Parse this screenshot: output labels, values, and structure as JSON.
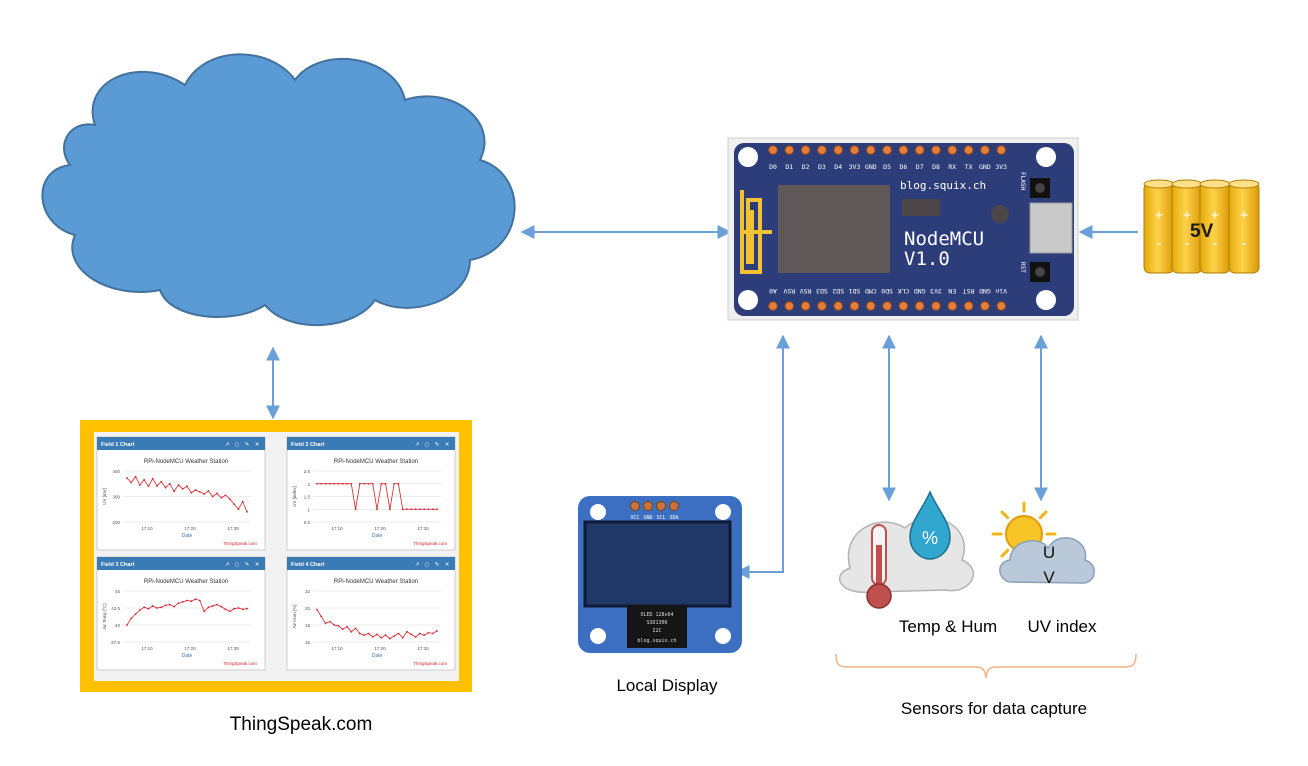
{
  "labels": {
    "thingspeak": "ThingSpeak.com",
    "local_display": "Local Display",
    "temp_hum": "Temp & Hum",
    "uv_index": "UV index",
    "sensors": "Sensors for data capture",
    "battery_voltage": "5V",
    "uv_icon_u": "U",
    "uv_icon_v": "V"
  },
  "nodemcu": {
    "site": "blog.squix.ch",
    "name": "NodeMCU",
    "version": "V1.0",
    "flash": "FLASH",
    "rst": "RST",
    "top_pins": [
      "D0",
      "D1",
      "D2",
      "D3",
      "D4",
      "3V3",
      "GND",
      "D5",
      "D6",
      "D7",
      "D8",
      "RX",
      "TX",
      "GND",
      "3V3"
    ],
    "bottom_pins": [
      "A0",
      "RSV",
      "RSV",
      "SD3",
      "SD2",
      "SD1",
      "CMD",
      "SD0",
      "CLK",
      "GND",
      "3V3",
      "EN",
      "RST",
      "GND",
      "Vin"
    ]
  },
  "oled": {
    "pins": [
      "VCC",
      "GND",
      "SCL",
      "SDA"
    ],
    "chip_lines": [
      "OLED 128x64",
      "SSD1306",
      "I2C",
      "blog.squix.ch"
    ]
  },
  "dashboard": {
    "charts": [
      {
        "header": "Field 1 Chart",
        "title": "RPi-NodeMCU Weather Station",
        "ylabel": "UV [mV]",
        "xlabel": "Date",
        "yticks": [
          "400",
          "300",
          "200"
        ],
        "xticks": [
          "17:10",
          "17:20",
          "17:30"
        ],
        "credit": "ThingSpeak.com",
        "values": [
          372,
          355,
          378,
          345,
          365,
          340,
          370,
          342,
          358,
          335,
          350,
          320,
          345,
          330,
          340,
          315,
          325,
          318,
          310,
          322,
          300,
          312,
          295,
          305,
          290,
          270,
          250,
          280,
          240
        ]
      },
      {
        "header": "Field 2 Chart",
        "title": "RPi-NodeMCU Weather Station",
        "ylabel": "UV [index]",
        "xlabel": "Date",
        "yticks": [
          "2.5",
          "2",
          "1.5",
          "1",
          "0.5"
        ],
        "xticks": [
          "17:10",
          "17:20",
          "17:30"
        ],
        "credit": "ThingSpeak.com",
        "values": [
          2,
          2,
          2,
          2,
          2,
          2,
          2,
          2,
          2,
          1,
          2,
          2,
          2,
          2,
          1,
          2,
          2,
          1,
          2,
          2,
          1,
          1,
          1,
          1,
          1,
          1,
          1,
          1,
          1
        ]
      },
      {
        "header": "Field 3 Chart",
        "title": "RPi-NodeMCU Weather Station",
        "ylabel": "Air Temp [ºC]",
        "xlabel": "Date",
        "yticks": [
          "45",
          "42.5",
          "40",
          "37.5"
        ],
        "xticks": [
          "17:10",
          "17:20",
          "17:30"
        ],
        "credit": "ThingSpeak.com",
        "values": [
          40.0,
          41.0,
          41.6,
          42.2,
          42.6,
          42.4,
          42.8,
          42.5,
          42.6,
          42.9,
          43.0,
          42.7,
          43.2,
          43.4,
          43.6,
          43.5,
          43.8,
          43.6,
          42.0,
          42.6,
          42.8,
          43.0,
          42.7,
          42.3,
          42.0,
          42.4,
          42.5,
          42.3,
          42.4
        ]
      },
      {
        "header": "Field 4 Chart",
        "title": "RPi-NodeMCU Weather Station",
        "ylabel": "Air Hum [%]",
        "xlabel": "Date",
        "yticks": [
          "22",
          "20",
          "18",
          "16"
        ],
        "xticks": [
          "17:10",
          "17:20",
          "17:30"
        ],
        "credit": "ThingSpeak.com",
        "values": [
          19.8,
          19.0,
          18.2,
          18.4,
          18.0,
          17.9,
          17.5,
          17.8,
          17.2,
          17.6,
          17.0,
          16.8,
          17.0,
          16.6,
          16.9,
          16.5,
          16.8,
          16.4,
          16.7,
          17.0,
          16.5,
          17.2,
          16.9,
          16.6,
          17.0,
          16.8,
          17.1,
          17.0,
          17.3
        ]
      }
    ]
  },
  "colors": {
    "cloud": "#5b9bd5",
    "cloud_edge": "#41719c",
    "arrow": "#6a9fd8",
    "board": "#2c3d7a",
    "frame": "#ffc000",
    "battery": "#f5bf1d",
    "chart_header": "#3a7bb5",
    "line": "#d4232a"
  }
}
